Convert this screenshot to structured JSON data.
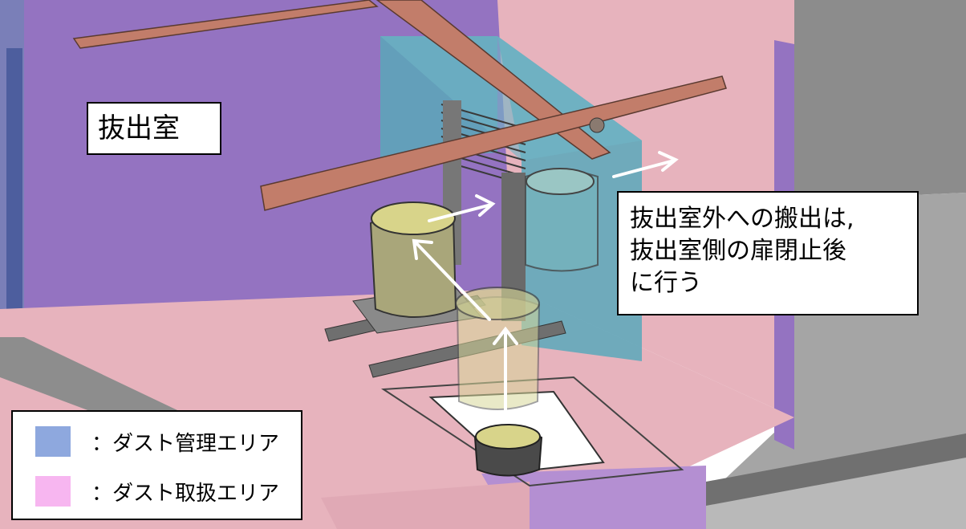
{
  "room_label": "抜出室",
  "note_lines": [
    "抜出室外への搬出は,",
    "抜出室側の扉閉止後",
    "に行う"
  ],
  "legend": [
    {
      "label": "：ダスト管理エリア",
      "color": "#8ea8de"
    },
    {
      "label": "：ダスト取扱エリア",
      "color": "#f7b6f0"
    }
  ],
  "colors": {
    "wall_purple": "#9473c1",
    "floor_pink": "#e7b3bd",
    "enclosure_blue": "#5aa7b8",
    "steel_beam": "#c27d6a",
    "grey_structure": "#8a8a8a",
    "arrow": "#ffffff"
  }
}
